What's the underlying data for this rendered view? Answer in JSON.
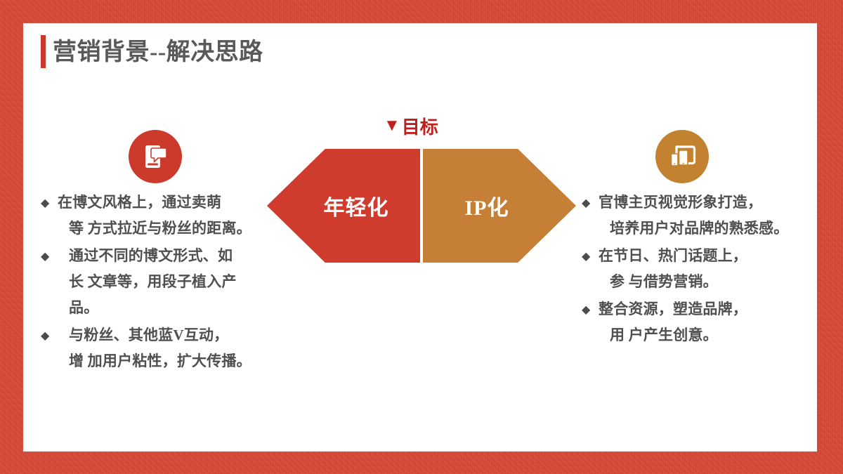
{
  "slide": {
    "title": "营销背景--解决思路",
    "background_color": "#DC4231",
    "panel_color": "#FFFFFF",
    "title_color": "#595959",
    "accent_bar_color": "#C8392B"
  },
  "goal": {
    "marker": "▼",
    "label": "目标",
    "color": "#C0201B"
  },
  "chevrons": [
    {
      "label": "年轻化",
      "color": "#CF3C2D",
      "text_color": "#FFFFFF",
      "direction": "right"
    },
    {
      "label": "IP化",
      "color": "#C67F37",
      "text_color": "#FFFFFF",
      "direction": "right"
    }
  ],
  "badges": {
    "left": {
      "icon": "tablet-chat-icon",
      "color": "#CC3A2B"
    },
    "right": {
      "icon": "multi-device-icon",
      "color": "#C3822F"
    }
  },
  "left_column": {
    "marker": "◆",
    "bullets": [
      {
        "lines": [
          "在博文风格上，通过卖萌",
          "等 方式拉近与粉丝的距离。"
        ]
      },
      {
        "lines": [
          "通过不同的博文形式、如",
          "长 文章等，用段子植入产",
          "品。"
        ]
      },
      {
        "lines": [
          "与粉丝、其他蓝V互动，",
          "增 加用户粘性，扩大传播。"
        ]
      }
    ]
  },
  "right_column": {
    "marker": "◆",
    "bullets": [
      {
        "lines": [
          "官博主页视觉形象打造，",
          "培养用户对品牌的熟悉感。"
        ]
      },
      {
        "lines": [
          "在节日、热门话题上，",
          "参 与借势营销。"
        ]
      },
      {
        "lines": [
          "整合资源，塑造品牌，",
          "用 户产生创意。"
        ]
      }
    ]
  }
}
